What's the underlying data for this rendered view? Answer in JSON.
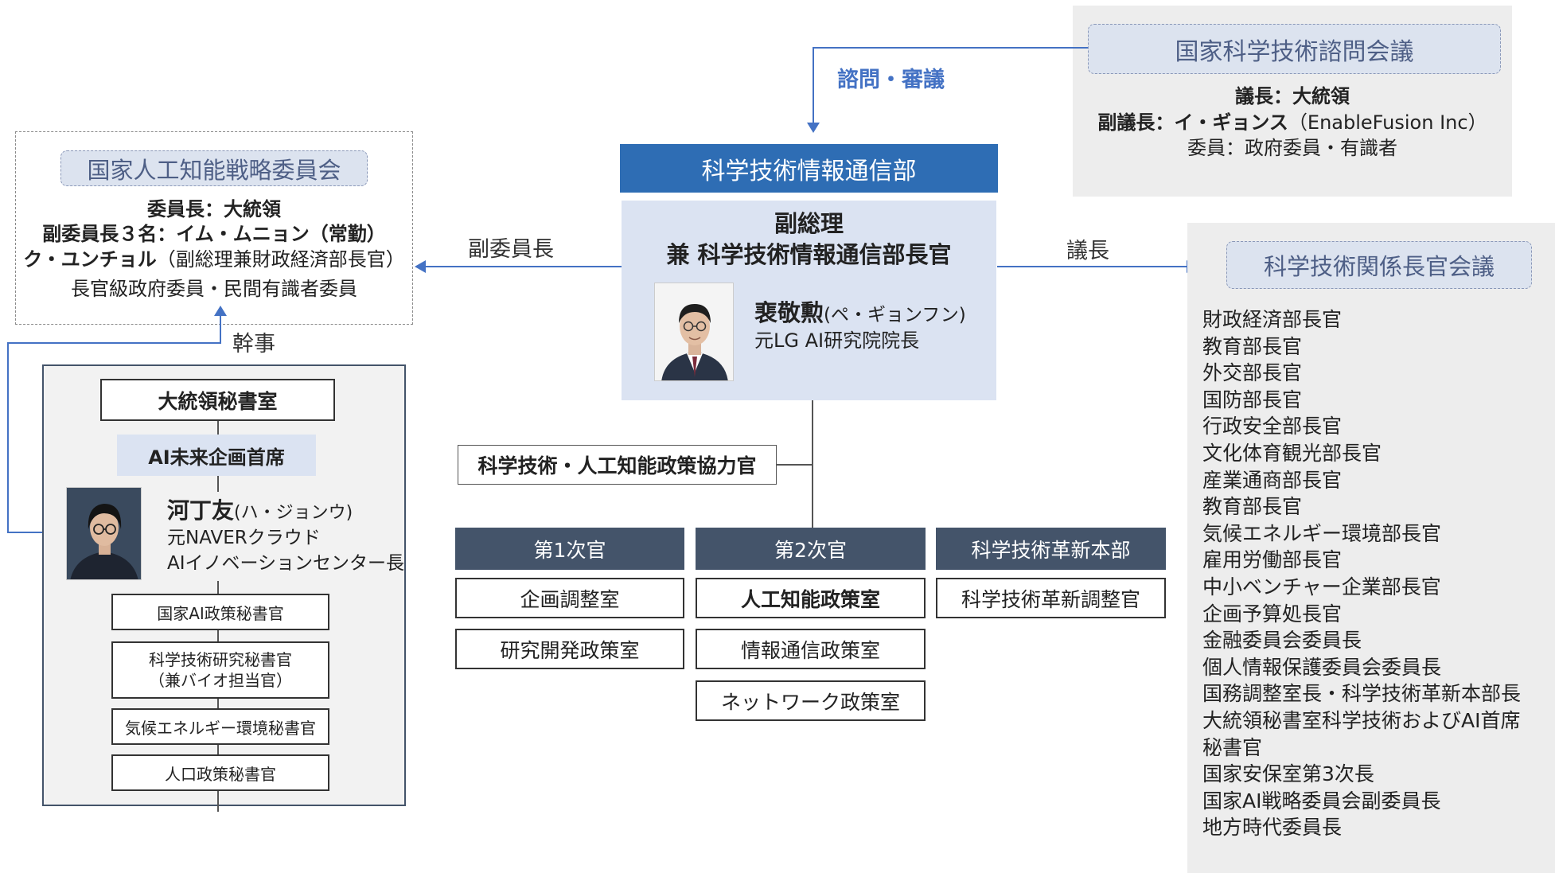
{
  "council_advisory": {
    "title": "国家科学技術諮問会議",
    "chair": "議長：大統領",
    "vice_chair_bold": "副議長：イ・ギョンス",
    "vice_chair_rest": "（EnableFusion Inc）",
    "members": "委員：政府委員・有識者"
  },
  "ai_committee": {
    "title": "国家人工知能戦略委員会",
    "chair": "委員長：大統領",
    "vice_chairs": "副委員長３名：イム・ムニョン（常勤）",
    "vice_chairs_name_bold": "ク・ユンチョル",
    "vice_chairs_name_rest": "（副総理兼財政経済部長官）",
    "members": "長官級政府委員・民間有識者委員"
  },
  "ministry": {
    "title": "科学技術情報通信部",
    "role_line1": "副総理",
    "role_line2": "兼 科学技術情報通信部長官",
    "minister_name": "裵敬勲",
    "minister_reading": "(ペ・ギョンフン)",
    "minister_former": "元LG AI研究院院長"
  },
  "ministers_council": {
    "title": "科学技術関係長官会議",
    "members": [
      "財政経済部長官",
      "教育部長官",
      "外交部長官",
      "国防部長官",
      "行政安全部長官",
      "文化体育観光部長官",
      "産業通商部長官",
      "教育部長官",
      "気候エネルギー環境部長官",
      "雇用労働部長官",
      "中小ベンチャー企業部長官",
      "企画予算処長官",
      "金融委員会委員長",
      "個人情報保護委員会委員長",
      "国務調整室長・科学技術革新本部長",
      "大統領秘書室科学技術およびAI首席",
      "秘書官",
      "国家安保室第3次長",
      "国家AI戦略委員会副委員長",
      "地方時代委員長"
    ]
  },
  "presidential_office": {
    "title": "大統領秘書室",
    "senior_secretary": "AI未来企画首席",
    "person_name": "河丁友",
    "person_reading": "(ハ・ジョンウ)",
    "person_former1": "元NAVERクラウド",
    "person_former2": "AIイノベーションセンター長",
    "secretaries": [
      "国家AI政策秘書官",
      "科学技術研究秘書官",
      "（兼バイオ担当官）",
      "気候エネルギー環境秘書官",
      "人口政策秘書官"
    ]
  },
  "labels": {
    "advisory_arrow": "諮問・審議",
    "vice_chair_arrow": "副委員長",
    "chair_arrow": "議長",
    "secretary_arrow": "幹事"
  },
  "policy_coordinator": "科学技術・人工知能政策協力官",
  "divisions": [
    {
      "head": "第1次官",
      "offices": [
        "企画調整室",
        "研究開発政策室"
      ]
    },
    {
      "head": "第2次官",
      "offices": [
        "人工知能政策室",
        "情報通信政策室",
        "ネットワーク政策室"
      ]
    },
    {
      "head": "科学技術革新本部",
      "offices": [
        "科学技術革新調整官"
      ]
    }
  ],
  "colors": {
    "accent_blue": "#2e6db4",
    "light_blue": "#dbe3f2",
    "dark_slate": "#44546a",
    "gray_panel": "#ededed",
    "arrow_blue": "#4472c4"
  }
}
